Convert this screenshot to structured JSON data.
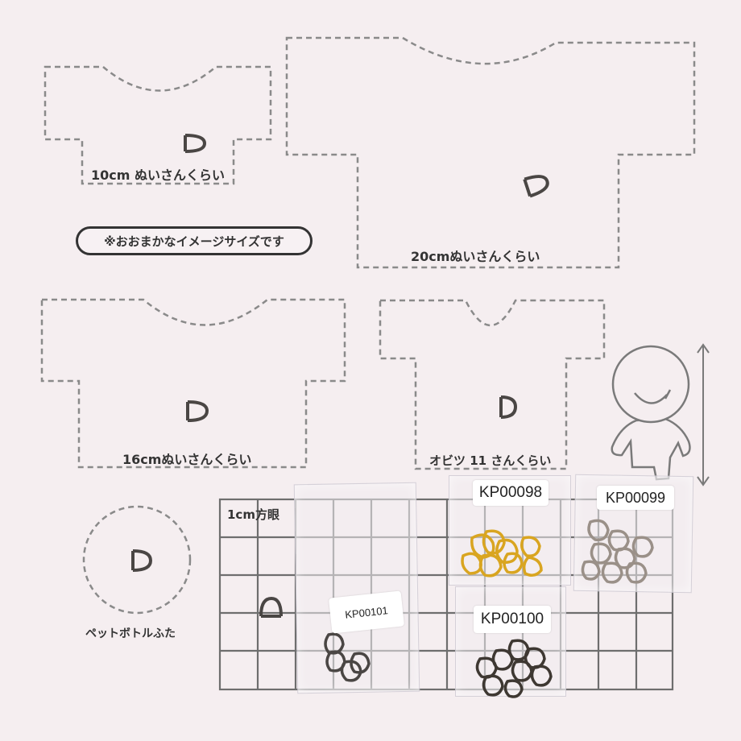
{
  "labels": {
    "size10": "10cm ぬいさんくらい",
    "size20": "20cmぬいさんくらい",
    "size16": "16cmぬいさんくらい",
    "obitsu": "オビツ 11 さんくらい",
    "note": "※おおまかなイメージサイズです",
    "grid": "1cm方眼",
    "bottlecap": "ペットボトルふた"
  },
  "products": [
    {
      "code": "KP00098",
      "finish": "gold"
    },
    {
      "code": "KP00099",
      "finish": "silver"
    },
    {
      "code": "KP00101",
      "finish": "black nickel"
    },
    {
      "code": "KP00100",
      "finish": "antique bronze"
    }
  ],
  "colors": {
    "background": "#f5eef0",
    "outline": "#8a8a8a",
    "text": "#333333",
    "gold": "#d9a520",
    "silver": "#9a9088",
    "dark": "#4a4644",
    "bronze": "#3e3832"
  }
}
